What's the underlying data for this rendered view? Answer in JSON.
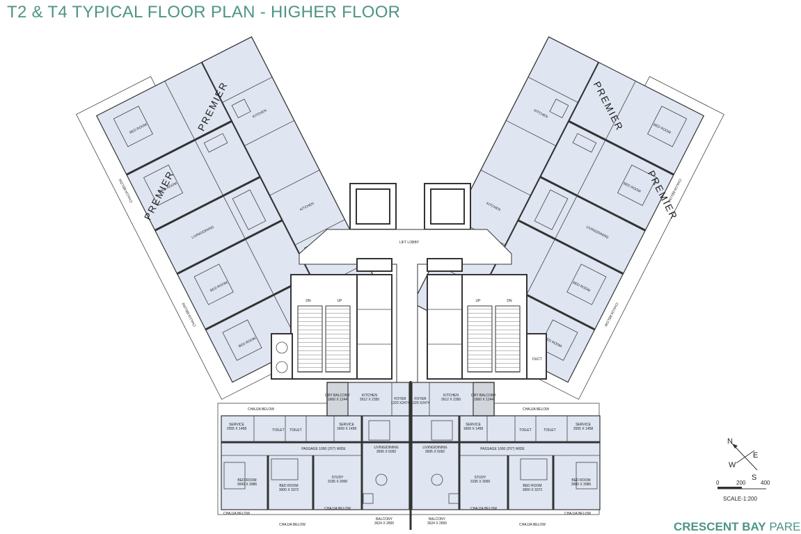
{
  "title": "T2 & T4 TYPICAL FLOOR PLAN - HIGHER FLOOR",
  "wing_labels": [
    "PREMIER",
    "PREMIER",
    "PREMIER",
    "PREMIER"
  ],
  "core": {
    "lift_lobby": "LIFT LOBBY",
    "stair_dn": "DN",
    "stair_up": "UP",
    "duct": "DUCT"
  },
  "rooms": {
    "living_dining": "LIVING/DINING",
    "living_dining_size": "3695 X 5092",
    "kitchen": "KITCHEN",
    "kitchen_size": "2612 X 2350",
    "foyer": "FOYER",
    "foyer_size": "1220 X2474",
    "dry_balcony": "DRY BALCONY",
    "dry_balcony_size": "1660 X 1244",
    "service": "SERVICE",
    "service_size": "2555 X 1458",
    "service2_size": "1669 X 1458",
    "toilet": "TOILET",
    "passage": "PASSAGE 1000 (3'0\") WIDE",
    "bed_room": "BED ROOM",
    "bed_room_size": "3000 X 3986",
    "bed_room2_size": "3000 X 3372",
    "study": "STUDY",
    "study_size": "3195 X 3000",
    "balcony": "BALCONY",
    "balcony_size": "3624 X 2800",
    "chajja_below": "CHAJJA BELOW"
  },
  "compass": {
    "n": "N",
    "e": "E",
    "s": "S",
    "w": "W"
  },
  "scale": {
    "ticks": [
      "0",
      "200",
      "400"
    ],
    "label": "SCALE-1:200"
  },
  "brand": {
    "bold": "CRESCENT BAY",
    "rest": "PARE"
  },
  "colors": {
    "title": "#4e9485",
    "room_fill": "#dfe5f1",
    "wall": "#333333",
    "shaded": "#c9cccf"
  }
}
